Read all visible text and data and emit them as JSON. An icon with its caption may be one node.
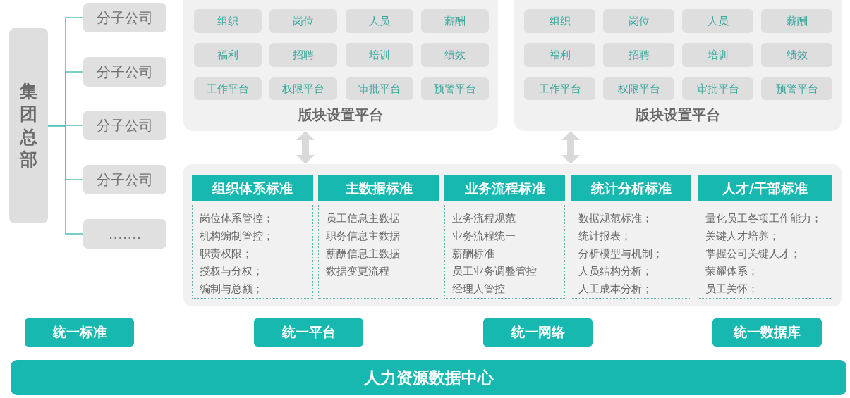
{
  "diagram": {
    "nodes": [
      {
        "text": [
          "集团总部"
        ]
      },
      {
        "text": [
          "分子公司"
        ]
      },
      {
        "text": [
          "分子公司"
        ]
      },
      {
        "text": [
          "分子公司"
        ]
      },
      {
        "text": [
          "分子公司"
        ]
      },
      {
        "text": [
          "……."
        ]
      },
      {
        "text": [
          "版块设置平台"
        ]
      },
      {
        "text": [
          "组织"
        ],
        "in": 6
      },
      {
        "text": [
          "岗位"
        ],
        "in": 6
      },
      {
        "text": [
          "人员"
        ],
        "in": 6
      },
      {
        "text": [
          "薪酬"
        ],
        "in": 6
      },
      {
        "text": [
          "福利"
        ],
        "in": 6
      },
      {
        "text": [
          "招聘"
        ],
        "in": 6
      },
      {
        "text": [
          "培训"
        ],
        "in": 6
      },
      {
        "text": [
          "绩效"
        ],
        "in": 6
      },
      {
        "text": [
          "工作平台"
        ],
        "in": 6
      },
      {
        "text": [
          "权限平台"
        ],
        "in": 6
      },
      {
        "text": [
          "审批平台"
        ],
        "in": 6
      },
      {
        "text": [
          "预警平台"
        ],
        "in": 6
      },
      {
        "text": [
          "版块设置平台"
        ]
      },
      {
        "text": [
          "组织"
        ],
        "in": 19
      },
      {
        "text": [
          "岗位"
        ],
        "in": 19
      },
      {
        "text": [
          "人员"
        ],
        "in": 19
      },
      {
        "text": [
          "薪酬"
        ],
        "in": 19
      },
      {
        "text": [
          "福利"
        ],
        "in": 19
      },
      {
        "text": [
          "招聘"
        ],
        "in": 19
      },
      {
        "text": [
          "培训"
        ],
        "in": 19
      },
      {
        "text": [
          "绩效"
        ],
        "in": 19
      },
      {
        "text": [
          "工作平台"
        ],
        "in": 19
      },
      {
        "text": [
          "权限平台"
        ],
        "in": 19
      },
      {
        "text": [
          "审批平台"
        ],
        "in": 19
      },
      {
        "text": [
          "预警平台"
        ],
        "in": 19
      },
      {
        "text": [],
        "shape": "box"
      },
      {
        "text": [
          "组织体系标准"
        ],
        "in": 32
      },
      {
        "text": [
          "岗位体系管控；",
          "机构编制管控；",
          "职责权限；",
          "授权与分权；",
          "编制与总额；"
        ],
        "in": 32
      },
      {
        "text": [
          "主数据标准"
        ],
        "in": 32
      },
      {
        "text": [
          "员工信息主数据",
          "职务信息主数据",
          "薪酬信息主数据",
          "数据变更流程"
        ],
        "in": 32
      },
      {
        "text": [
          "业务流程标准"
        ],
        "in": 32
      },
      {
        "text": [
          "业务流程规范",
          "业务流程统一",
          "薪酬标准",
          "员工业务调整管控",
          "经理人管控"
        ],
        "in": 32
      },
      {
        "text": [
          "统计分析标准"
        ],
        "in": 32
      },
      {
        "text": [
          "数据规范标准；",
          "统计报表；",
          "分析模型与机制；",
          "人员结构分析；",
          "人工成本分析；"
        ],
        "in": 32
      },
      {
        "text": [
          "人才/干部标准"
        ],
        "in": 32
      },
      {
        "text": [
          "量化员工各项工作能力；",
          "关键人才培养；",
          "掌握公司关键人才；",
          "荣耀体系；",
          "员工关怀；"
        ],
        "in": 32
      },
      {
        "text": [
          "统一标准"
        ]
      },
      {
        "text": [
          "统一平台"
        ]
      },
      {
        "text": [
          "统一网络"
        ]
      },
      {
        "text": [
          "统一数据库"
        ]
      },
      {
        "text": [
          "人力资源数据中心"
        ]
      }
    ],
    "edges": [
      {
        "from": 0,
        "to": 1,
        "arrow": "none"
      },
      {
        "from": 0,
        "to": 2,
        "arrow": "none"
      },
      {
        "from": 0,
        "to": 3,
        "arrow": "none"
      },
      {
        "from": 0,
        "to": 4,
        "arrow": "none"
      },
      {
        "from": 0,
        "to": 5,
        "arrow": "none"
      },
      {
        "from": 6,
        "to": 32,
        "arrow": "both",
        "style": "thick",
        "color": "#d9d9d9"
      },
      {
        "from": 19,
        "to": 32,
        "arrow": "both",
        "style": "thick",
        "color": "#d9d9d9"
      }
    ]
  }
}
